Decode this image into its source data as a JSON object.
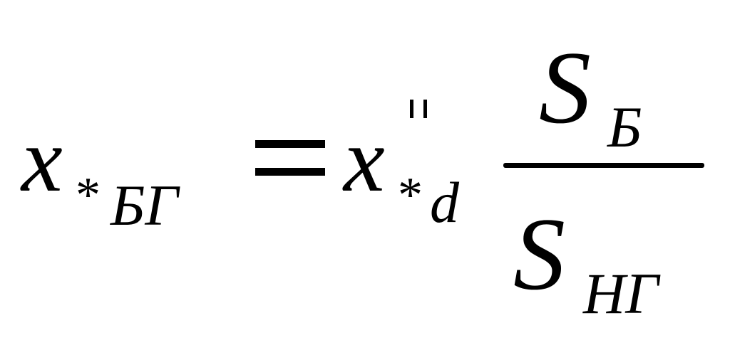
{
  "formula": {
    "lhs": {
      "variable": "x",
      "star": "*",
      "subscript": "БГ"
    },
    "equals": "=",
    "rhs": {
      "variable": "x",
      "superscript": "\"",
      "star": "*",
      "subscript": "d",
      "fraction": {
        "numerator": {
          "variable": "S",
          "subscript": "Б"
        },
        "denominator": {
          "variable": "S",
          "subscript": "НГ"
        }
      }
    }
  }
}
